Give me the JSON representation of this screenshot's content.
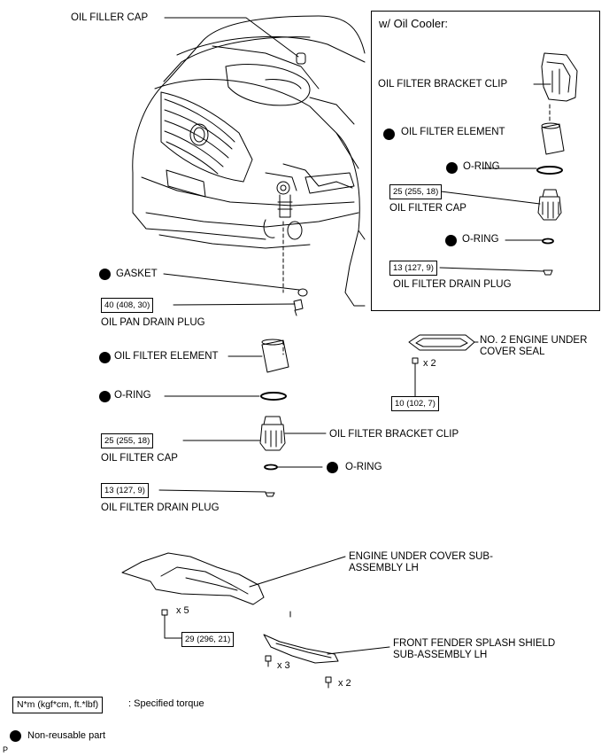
{
  "inset": {
    "title": "w/ Oil Cooler:",
    "bracket_clip": "OIL FILTER BRACKET CLIP",
    "filter_element": "OIL FILTER ELEMENT",
    "o_ring_1": "O-RING",
    "cap_torque": "25 (255, 18)",
    "cap": "OIL FILTER CAP",
    "o_ring_2": "O-RING",
    "drain_plug_torque": "13 (127, 9)",
    "drain_plug": "OIL FILTER DRAIN PLUG"
  },
  "main": {
    "oil_filler_cap": "OIL FILLER CAP",
    "gasket": "GASKET",
    "oil_pan_plug_torque": "40 (408, 30)",
    "oil_pan_drain_plug": "OIL PAN DRAIN PLUG",
    "filter_element": "OIL FILTER ELEMENT",
    "o_ring_1": "O-RING",
    "cap_torque": "25 (255, 18)",
    "cap": "OIL FILTER CAP",
    "bracket_clip": "OIL FILTER BRACKET CLIP",
    "o_ring_2": "O-RING",
    "drain_plug_torque": "13 (127, 9)",
    "drain_plug": "OIL FILTER DRAIN PLUG",
    "no2_seal": "NO. 2 ENGINE UNDER COVER SEAL",
    "no2_seal_qty": "x 2",
    "no2_seal_torque": "10 (102, 7)",
    "under_cover": "ENGINE UNDER COVER SUB-ASSEMBLY LH",
    "under_cover_qty": "x 5",
    "under_cover_torque": "29 (296, 21)",
    "splash_shield": "FRONT FENDER SPLASH SHIELD SUB-ASSEMBLY LH",
    "splash_qty_1": "x 3",
    "splash_qty_2": "x 2"
  },
  "legend": {
    "torque_unit": "N*m (kgf*cm, ft.*lbf)",
    "torque_desc": ": Specified torque",
    "non_reusable": "Non-reusable part"
  },
  "corner_mark": "P"
}
